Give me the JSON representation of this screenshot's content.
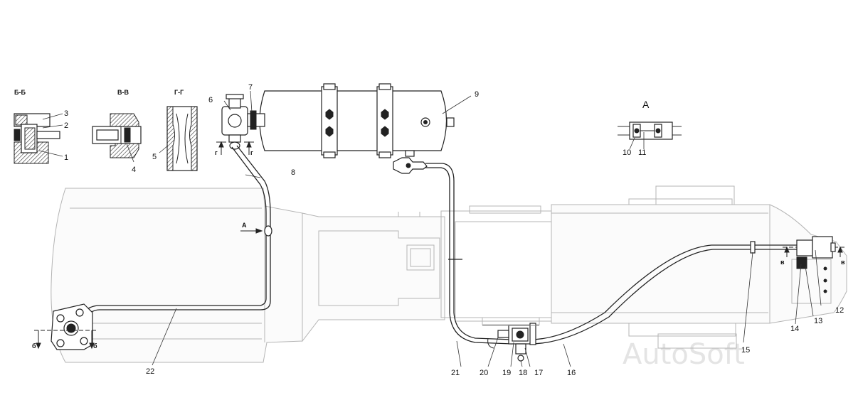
{
  "section_labels": {
    "bb": "Б-Б",
    "vv": "В-В",
    "gg": "Г-Г",
    "a": "А"
  },
  "cut_marks": {
    "b": "б",
    "v": "в",
    "g": "г",
    "a": "А"
  },
  "callouts": [
    "1",
    "2",
    "3",
    "4",
    "5",
    "6",
    "7",
    "8",
    "9",
    "10",
    "11",
    "12",
    "13",
    "14",
    "15",
    "16",
    "17",
    "18",
    "19",
    "20",
    "21",
    "22"
  ],
  "watermark": "AutoSoft"
}
